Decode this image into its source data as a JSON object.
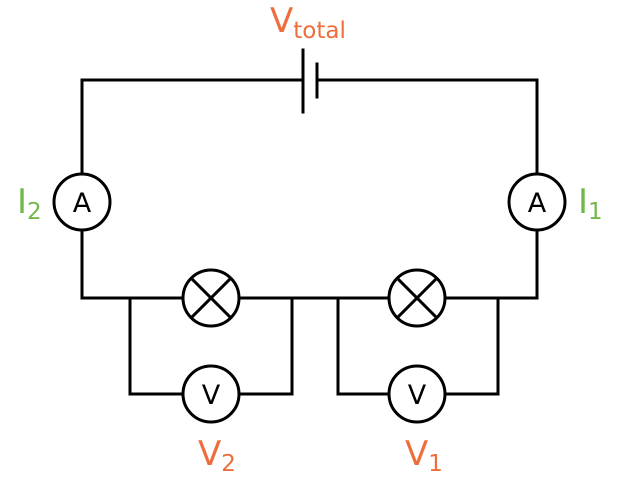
{
  "colors": {
    "voltage_label": "#ed6d3d",
    "current_label": "#70b84a",
    "wire": "#000000"
  },
  "labels": {
    "v_total": {
      "main": "V",
      "sub": "total"
    },
    "v_1": {
      "main": "V",
      "sub": "1"
    },
    "v_2": {
      "main": "V",
      "sub": "2"
    },
    "i_1": {
      "main": "I",
      "sub": "1"
    },
    "i_2": {
      "main": "I",
      "sub": "2"
    }
  },
  "meters": {
    "ammeter_symbol": "A",
    "voltmeter_symbol": "V"
  }
}
